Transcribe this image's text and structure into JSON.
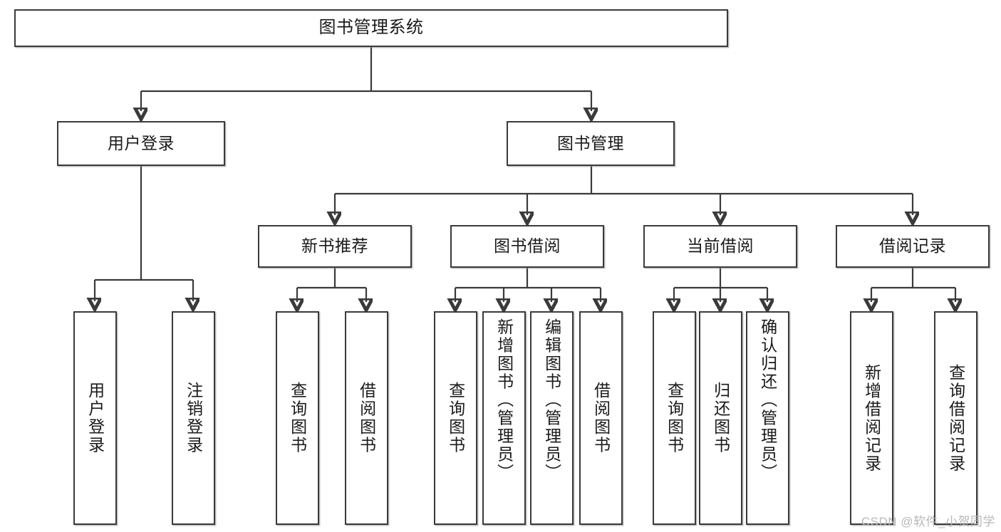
{
  "diagram": {
    "title": "图书管理系统",
    "type": "tree-hierarchy-diagram",
    "watermark": "CSDN @软件_小贺同学",
    "colors": {
      "box_border": "#3a3a3a",
      "box_fill": "#ffffff",
      "connector": "#3a3a3a",
      "text": "#1a1a1a",
      "watermark": "#b8b8b8",
      "background": "#ffffff"
    }
  },
  "root": {
    "label": "图书管理系统"
  },
  "level1": [
    {
      "id": "user-login",
      "label": "用户登录"
    },
    {
      "id": "book-management",
      "label": "图书管理"
    }
  ],
  "level2": [
    {
      "id": "new-book-recommend",
      "label": "新书推荐"
    },
    {
      "id": "book-borrow",
      "label": "图书借阅"
    },
    {
      "id": "current-borrow",
      "label": "当前借阅"
    },
    {
      "id": "borrow-record",
      "label": "借阅记录"
    }
  ],
  "leaves": {
    "user_login": [
      {
        "id": "leaf-user-login",
        "label": "用户登录"
      },
      {
        "id": "leaf-logout",
        "label": "注销登录"
      }
    ],
    "new_book_recommend": [
      {
        "id": "leaf-query-book-1",
        "label": "查询图书"
      },
      {
        "id": "leaf-borrow-book-1",
        "label": "借阅图书"
      }
    ],
    "book_borrow": [
      {
        "id": "leaf-query-book-2",
        "label": "查询图书"
      },
      {
        "id": "leaf-add-book",
        "label": "新增图书（管理员）"
      },
      {
        "id": "leaf-edit-book",
        "label": "编辑图书（管理员）"
      },
      {
        "id": "leaf-borrow-book-2",
        "label": "借阅图书"
      }
    ],
    "current_borrow": [
      {
        "id": "leaf-query-book-3",
        "label": "查询图书"
      },
      {
        "id": "leaf-return-book",
        "label": "归还图书"
      },
      {
        "id": "leaf-confirm-return",
        "label": "确认归还（管理员）"
      }
    ],
    "borrow_record": [
      {
        "id": "leaf-add-record",
        "label": "新增借阅记录"
      },
      {
        "id": "leaf-query-record",
        "label": "查询借阅记录"
      }
    ]
  }
}
